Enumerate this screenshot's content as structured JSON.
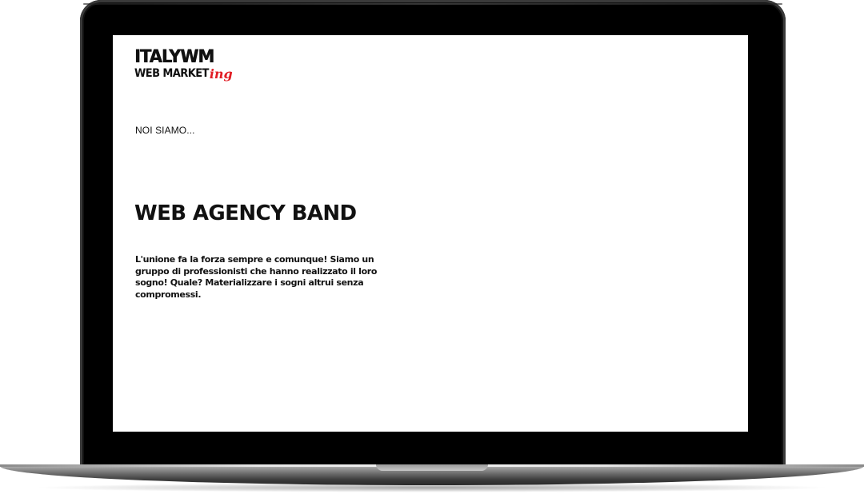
{
  "logo": {
    "line1": "ITALYWM",
    "line2_main": "WEB MARKET",
    "line2_accent": "ing",
    "accent_color": "#e11d24"
  },
  "hero": {
    "intro": "NOI SIAMO...",
    "headline": "WEB AGENCY BAND",
    "body": "L'unione fa la forza sempre e comunque! Siamo un gruppo di professionisti che hanno realizzato il loro sogno! Quale? Materializzare i sogni altrui senza compromessi."
  },
  "device": {
    "type": "laptop-mockup",
    "bezel_color": "#000000",
    "screen_background": "#ffffff"
  }
}
